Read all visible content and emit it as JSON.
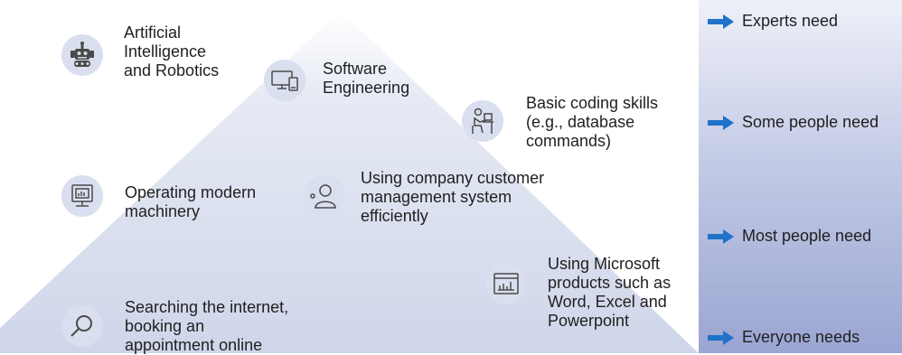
{
  "pyramid": {
    "skills": [
      {
        "icon": "robot-icon",
        "label": "Artificial\nIntelligence\nand Robotics"
      },
      {
        "icon": "computer-icon",
        "label": "Software\nEngineering"
      },
      {
        "icon": "person-at-desk-icon",
        "label": "Basic coding skills\n(e.g., database\ncommands)"
      },
      {
        "icon": "monitor-chart-icon",
        "label": "Operating modern\nmachinery"
      },
      {
        "icon": "customer-user-icon",
        "label": "Using company customer\nmanagement system\nefficiently"
      },
      {
        "icon": "bar-chart-window-icon",
        "label": "Using Microsoft\nproducts such as\nWord, Excel and\nPowerpoint"
      },
      {
        "icon": "magnifier-icon",
        "label": "Searching the internet,\nbooking an\nappointment online"
      }
    ]
  },
  "levels": {
    "items": [
      {
        "label": "Experts need"
      },
      {
        "label": "Some people need"
      },
      {
        "label": "Most people need"
      },
      {
        "label": "Everyone needs"
      }
    ],
    "arrow_color": "#1f72c7"
  },
  "colors": {
    "pyramid_fill": "#dde2ef",
    "icon_bg": "#d9dfee",
    "panel_top": "#eef0f8",
    "panel_bottom": "#9aa5d2"
  }
}
